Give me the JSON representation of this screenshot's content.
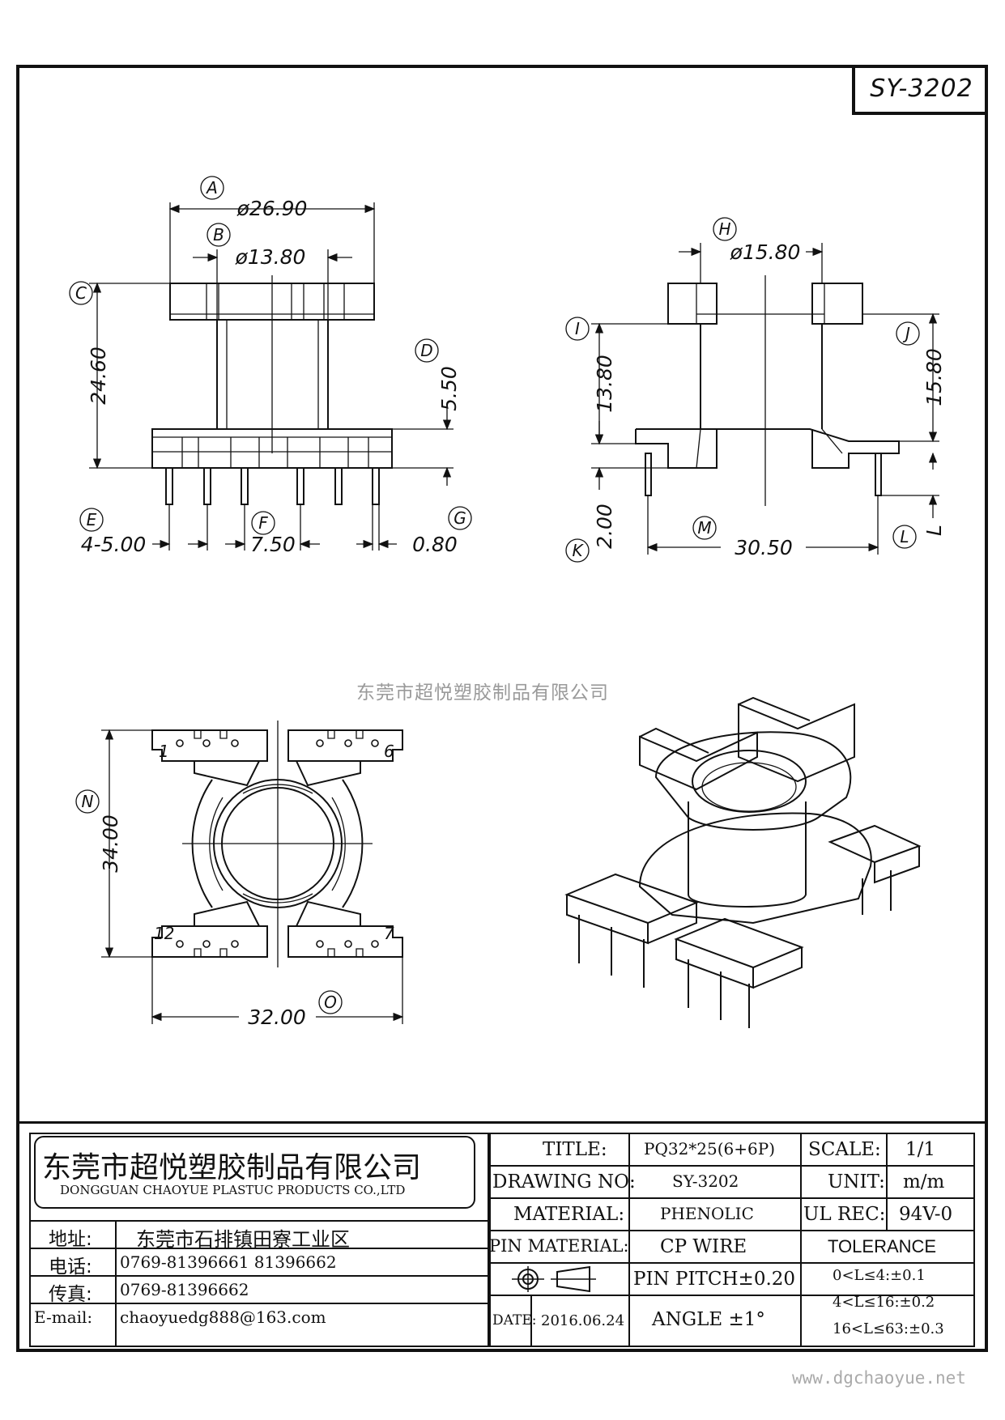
{
  "part_number": "SY-3202",
  "watermark": "东莞市超悦塑胶制品有限公司",
  "website": "www.dgchaoyue.net",
  "dimensions": {
    "A": "A",
    "A_value": "ø26.90",
    "B": "B",
    "B_value": "ø13.80",
    "C": "C",
    "C_value": "24.60",
    "D": "D",
    "D_value": "5.50",
    "E": "E",
    "E_value": "4-5.00",
    "F": "F",
    "F_value": "7.50",
    "G": "G",
    "G_value": "0.80",
    "H": "H",
    "H_value": "ø15.80",
    "I": "I",
    "I_value": "13.80",
    "J": "J",
    "J_value": "15.80",
    "K": "K",
    "K_value": "2.00",
    "L": "L",
    "L_value": "L",
    "M": "M",
    "M_value": "30.50",
    "N": "N",
    "N_value": "34.00",
    "O": "O",
    "O_value": "32.00"
  },
  "pins": {
    "p1": "1",
    "p6": "6",
    "p12": "12",
    "p7": "7"
  },
  "company": {
    "name_cn": "东莞市超悦塑胶制品有限公司",
    "name_en": "DONGGUAN CHAOYUE PLASTUC PRODUCTS CO.,LTD",
    "address_label": "地址:",
    "address": "东莞市石排镇田寮工业区",
    "phone_label": "电话:",
    "phone": "0769-81396661   81396662",
    "fax_label": "传真:",
    "fax": "0769-81396662",
    "email_label": "E-mail:",
    "email": "chaoyuedg888@163.com"
  },
  "spec": {
    "title_label": "TITLE:",
    "title": "PQ32*25(6+6P)",
    "drawing_no_label": "DRAWING NO:",
    "drawing_no": "SY-3202",
    "material_label": "MATERIAL:",
    "material": "PHENOLIC",
    "pin_material_label": "PIN MATERIAL:",
    "pin_material": "CP WIRE",
    "pin_pitch": "PIN PITCH±0.20",
    "date_label": "DATE:",
    "date": "2016.06.24",
    "angle": "ANGLE  ±1°",
    "scale_label": "SCALE:",
    "scale": "1/1",
    "unit_label": "UNIT:",
    "unit": "m/m",
    "ul_label": "UL REC:",
    "ul": "94V-0",
    "tolerance_label": "TOLERANCE",
    "tol1": "0<L≤4:±0.1",
    "tol2": "4<L≤16:±0.2",
    "tol3": "16<L≤63:±0.3"
  }
}
